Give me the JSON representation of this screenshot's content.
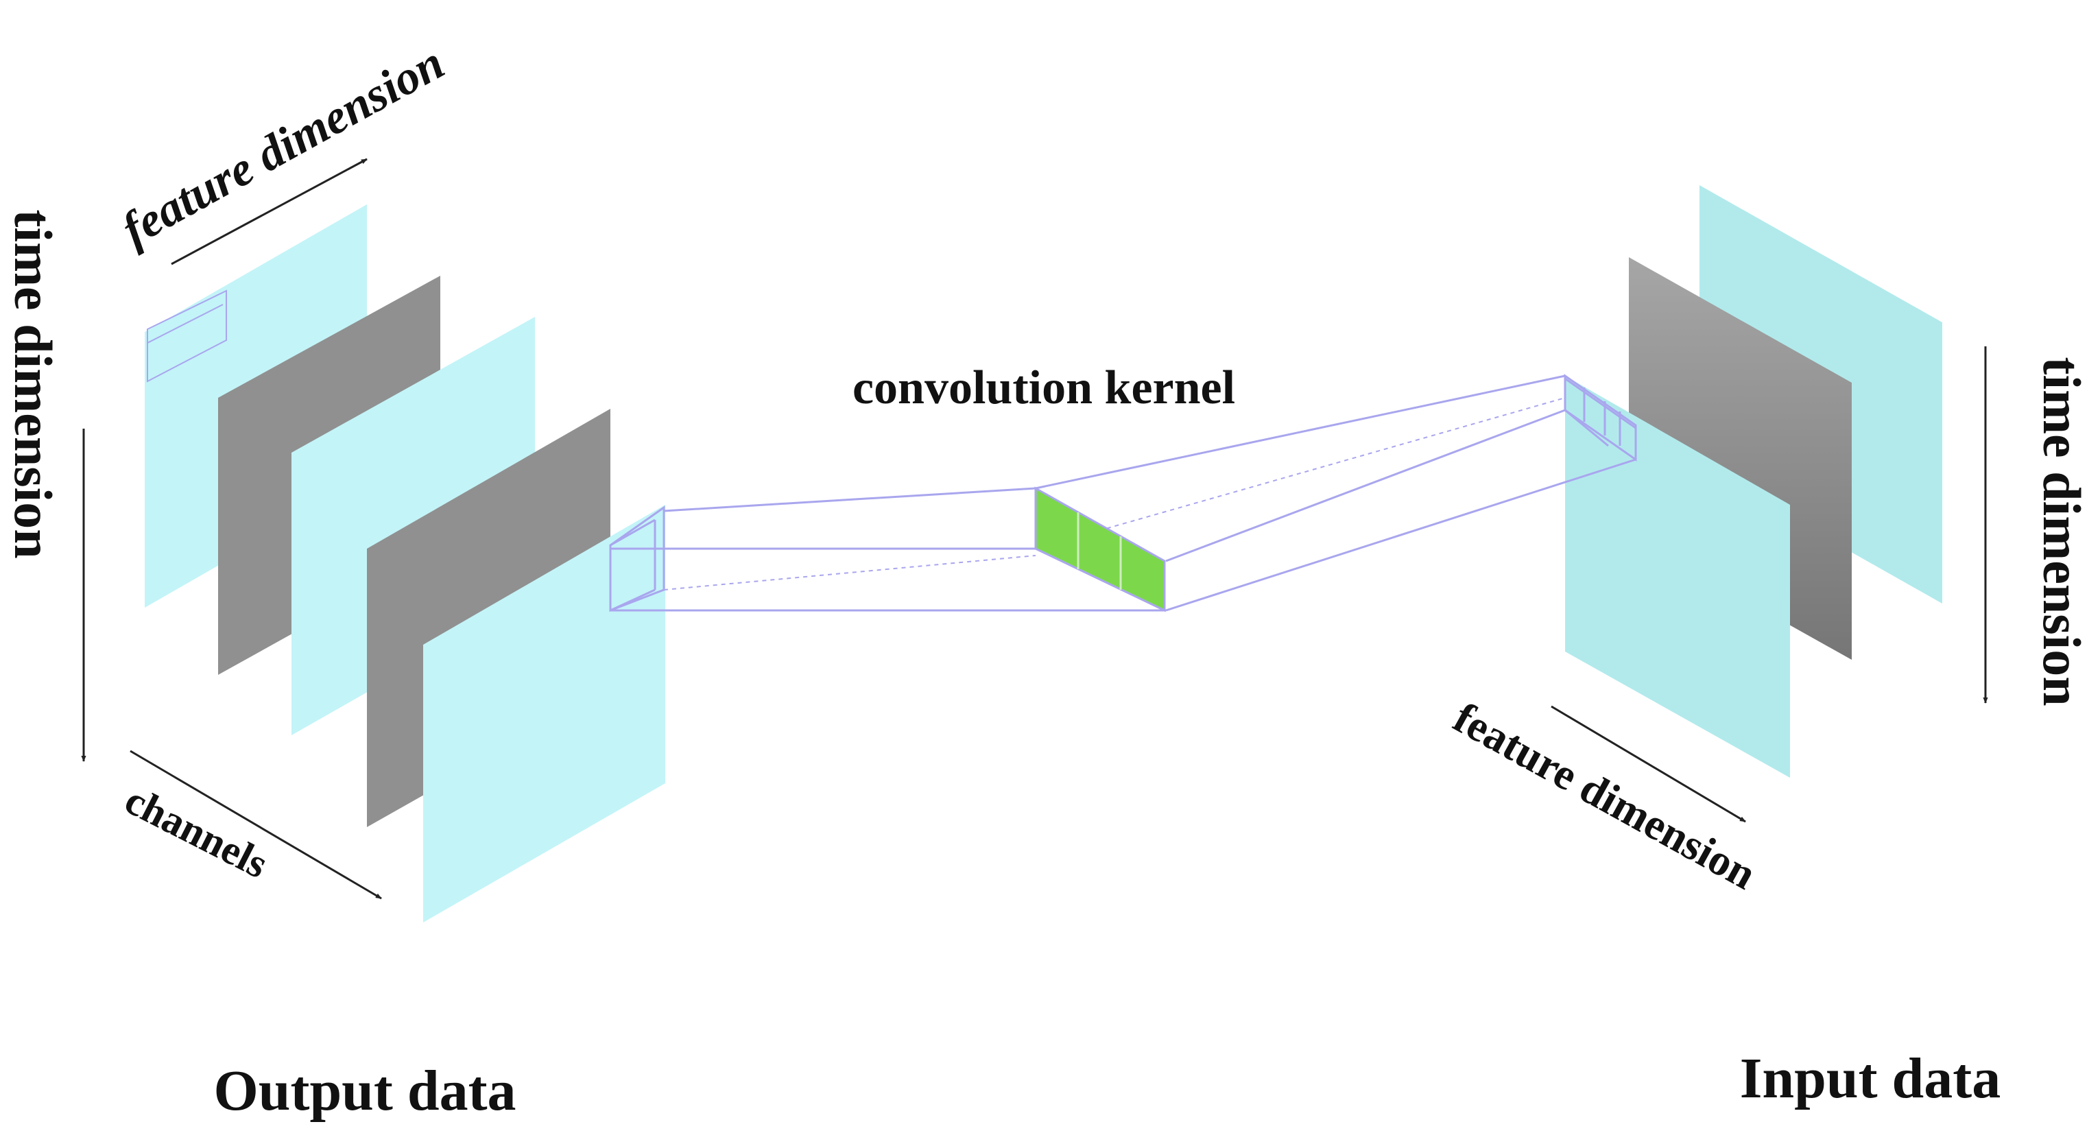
{
  "labels": {
    "convolution_kernel": "convolution kernel",
    "output_data": "Output data",
    "input_data": "Input data",
    "output_feature_dimension": "feature dimension",
    "output_time_dimension": "time dimension",
    "output_channels": "channels",
    "input_feature_dimension": "feature dimension",
    "input_time_dimension": "time dimension"
  },
  "colors": {
    "output_plane": "#c3f4f8",
    "input_plane": "#b2eaec",
    "gray_plane": "#909090",
    "kernel": "#7cd84a",
    "kernel_lines": "#a9a6ee",
    "arrow": "#222222"
  }
}
